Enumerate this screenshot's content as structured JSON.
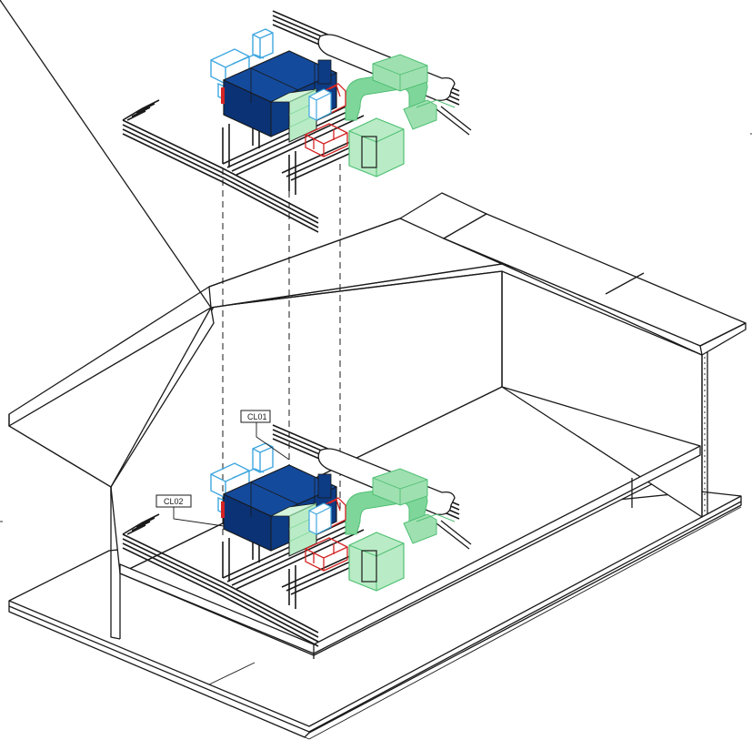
{
  "labels": {
    "cl01": "CL01",
    "cl02": "CL02"
  },
  "colors": {
    "ahu_blue": "#0d3b84",
    "ahu_blue_dark": "#082a63",
    "duct_cyan": "#3fa7e0",
    "duct_green": "#7fd69a",
    "duct_green_dark": "#4fbf73",
    "damper_red": "#d42424",
    "line": "#1a1a1a"
  },
  "icons": [
    "equipment-module-exploded",
    "equipment-module-installed",
    "building-shell"
  ]
}
